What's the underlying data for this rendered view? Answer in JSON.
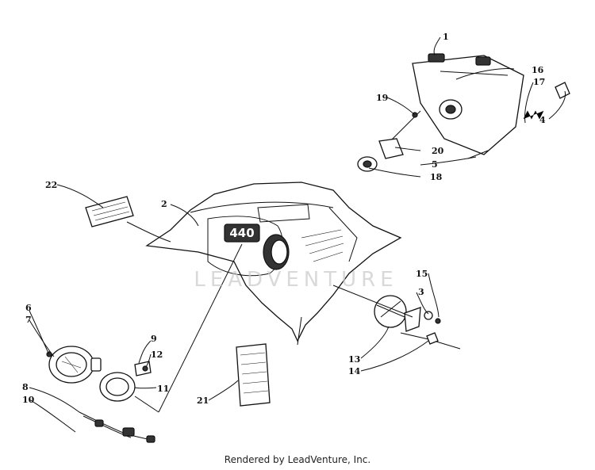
{
  "diagram": {
    "callouts": {
      "c1": "1",
      "c2": "2",
      "c3": "3",
      "c4": "4",
      "c5": "5",
      "c6": "6",
      "c7": "7",
      "c8": "8",
      "c9": "9",
      "c10": "10",
      "c11": "11",
      "c12": "12",
      "c13": "13",
      "c14": "14",
      "c15": "15",
      "c16": "16",
      "c17": "17",
      "c18": "18",
      "c19": "19",
      "c20": "20",
      "c21": "21",
      "c22": "22"
    },
    "hood_badge": "440"
  },
  "watermark": "LEADVENTURE",
  "footer": "Rendered by LeadVenture, Inc."
}
